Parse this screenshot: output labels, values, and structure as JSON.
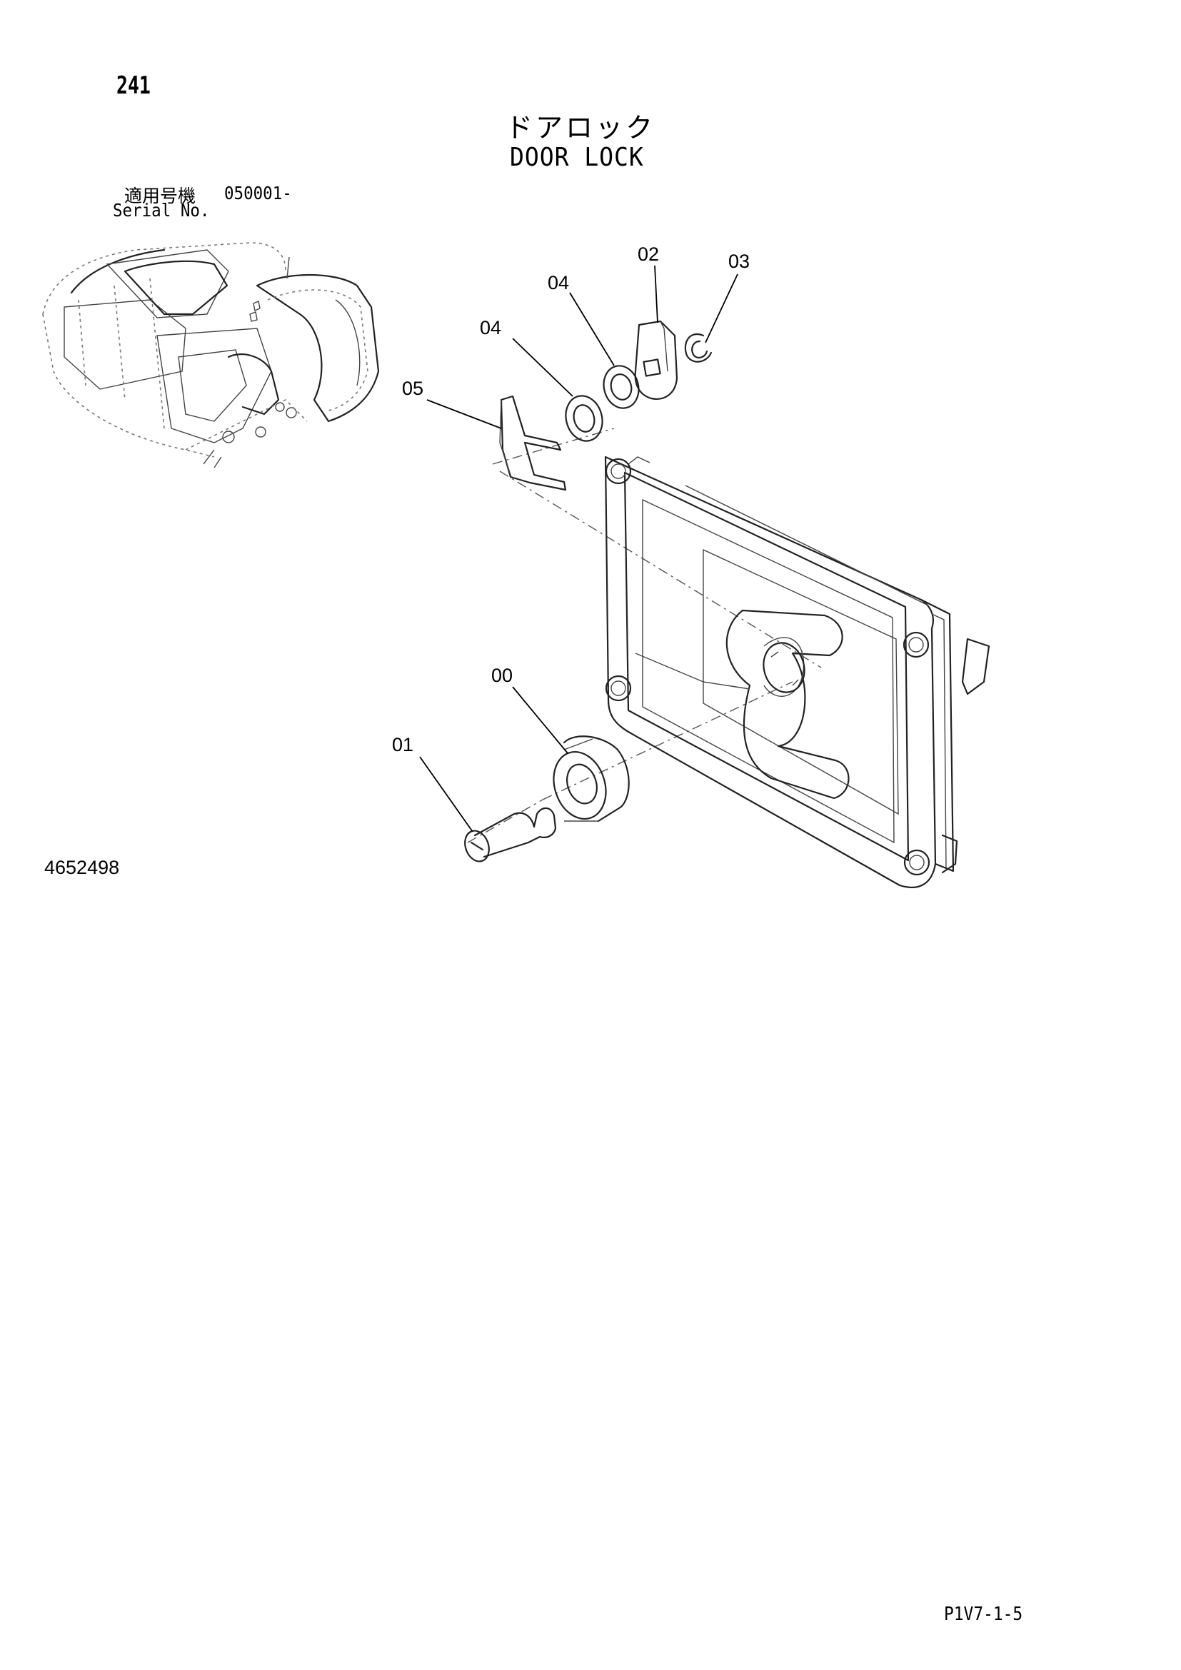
{
  "header": {
    "page_number": "241",
    "title_ja": "ドアロック",
    "title_en": "DOOR LOCK"
  },
  "serial": {
    "label_ja": "適用号機",
    "number": "050001-",
    "label_en": "Serial No."
  },
  "parts": [
    {
      "ref": "00",
      "name": "lock-body"
    },
    {
      "ref": "01",
      "name": "key-cylinder"
    },
    {
      "ref": "02",
      "name": "cam-plate"
    },
    {
      "ref": "03",
      "name": "snap-ring"
    },
    {
      "ref": "04",
      "name": "washer"
    },
    {
      "ref": "04",
      "name": "washer"
    },
    {
      "ref": "05",
      "name": "clip"
    }
  ],
  "footer": {
    "drawing_code": "4652498",
    "sheet_ref": "P1V7-1-5"
  }
}
